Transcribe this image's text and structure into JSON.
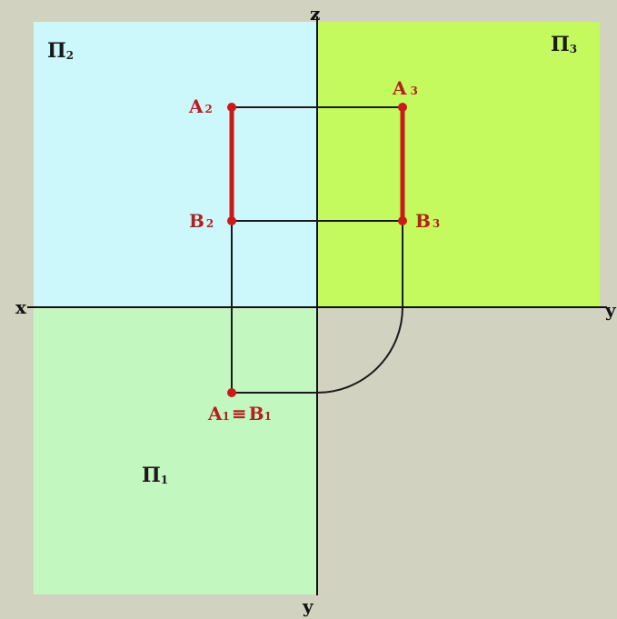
{
  "colors": {
    "background": "#d2d2c0",
    "plane_p2": "#ccf7fb",
    "plane_p3": "#c5fa5e",
    "plane_p1": "#c2f7c0",
    "axis": "#111111",
    "projection_line": "#1a1a1a",
    "segment": "#cc1a1a",
    "point_label": "#b32020"
  },
  "planes": {
    "p2": {
      "letter": "Π",
      "sub": "2"
    },
    "p3": {
      "letter": "Π",
      "sub": "3"
    },
    "p1": {
      "letter": "Π",
      "sub": "1"
    }
  },
  "axes": {
    "x": "x",
    "z": "z",
    "y_right": "y",
    "y_bottom": "y"
  },
  "points": {
    "a2": {
      "letter": "A",
      "sub": "2"
    },
    "b2": {
      "letter": "B",
      "sub": "2"
    },
    "a3": {
      "letter": "A",
      "sub": "3"
    },
    "b3": {
      "letter": "B",
      "sub": "3"
    },
    "a1b1": {
      "letter_a": "A",
      "sub_a": "1",
      "equiv": "≡",
      "letter_b": "B",
      "sub_b": "1"
    }
  }
}
